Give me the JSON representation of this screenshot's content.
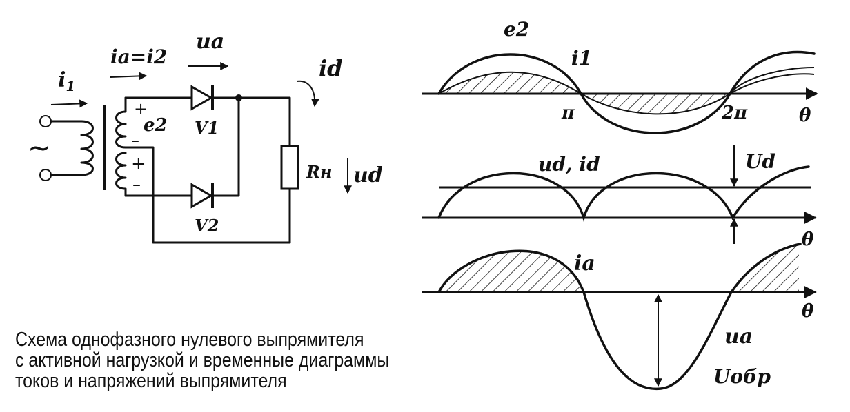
{
  "caption": [
    "Схема однофазного нулевого выпрямителя",
    "с активной нагрузкой и временные диаграммы",
    "токов и напряжений выпрямителя"
  ],
  "circuit": {
    "i1": "i",
    "i1_sub": "1",
    "ia_eq_i2": "iа=i2",
    "ua": "uа",
    "id": "id",
    "e2": "e2",
    "plus_top": "+",
    "minus_mid": "–",
    "plus_mid": "+",
    "minus_bottom": "–",
    "v1": "V1",
    "v2": "V2",
    "rn": "Rн",
    "ud": "ud",
    "ac_symbol": "~"
  },
  "plots": {
    "top": {
      "e2": "e2",
      "i1": "i1",
      "pi": "π",
      "two_pi": "2π",
      "theta": "θ"
    },
    "middle": {
      "ud_id": "ud, id",
      "Ud": "Ud",
      "theta": "θ"
    },
    "bottom": {
      "ia": "iа",
      "ua": "uа",
      "Uobr": "Uобр",
      "theta": "θ"
    }
  }
}
